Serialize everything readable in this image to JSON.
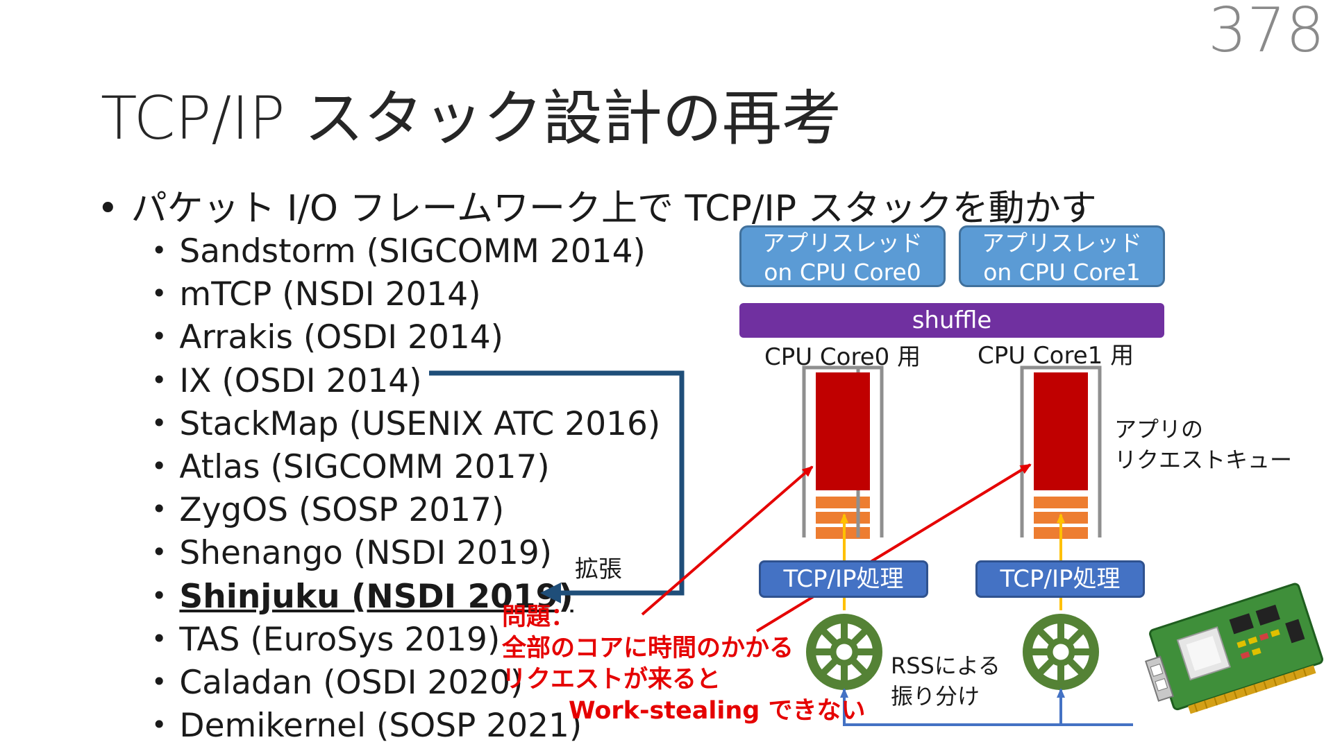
{
  "page_number": "378",
  "title": "TCP/IP スタック設計の再考",
  "main_bullet": "パケット I/O フレームワーク上で TCP/IP スタックを動かす",
  "systems": [
    "Sandstorm (SIGCOMM 2014)",
    "mTCP (NSDI 2014)",
    "Arrakis (OSDI 2014)",
    "IX (OSDI 2014)",
    "StackMap (USENIX ATC 2016)",
    "Atlas (SIGCOMM 2017)",
    "ZygOS (SOSP 2017)",
    "Shenango (NSDI 2019)",
    "Shinjuku (NSDI 2019)",
    "TAS (EuroSys 2019)",
    "Caladan (OSDI 2020)",
    "Demikernel (SOSP 2021)"
  ],
  "highlighted_system": "Shinjuku (NSDI 2019)",
  "diagram": {
    "app_thread_0": {
      "line1": "アプリスレッド",
      "line2": "on CPU Core0"
    },
    "app_thread_1": {
      "line1": "アプリスレッド",
      "line2": "on CPU Core1"
    },
    "shuffle": "shuffle",
    "core0_label": "CPU Core0 用",
    "core1_label": "CPU Core1 用",
    "queue_label": {
      "line1": "アプリの",
      "line2": "リクエストキュー"
    },
    "tcp_ip_0": "TCP/IP処理",
    "tcp_ip_1": "TCP/IP処理",
    "rss_label": {
      "line1": "RSSによる",
      "line2": "振り分け"
    },
    "expand_label": "拡張",
    "problem": {
      "line1": "問題：",
      "line2": "全部のコアに時間のかかる",
      "line3": "リクエストが来ると",
      "line4": "Work-stealing できない"
    }
  },
  "colors": {
    "accent_blue": "#5b9bd5",
    "tcp_blue": "#4472c4",
    "shuffle_purple": "#7030a0",
    "queue_red": "#c00000",
    "queue_orange": "#ed7d31",
    "problem_red": "#e50000",
    "wheel_green": "#548235",
    "arrow_navy": "#1f4e79"
  },
  "icons": [
    "nic-card-icon",
    "rss-wheel-icon"
  ]
}
